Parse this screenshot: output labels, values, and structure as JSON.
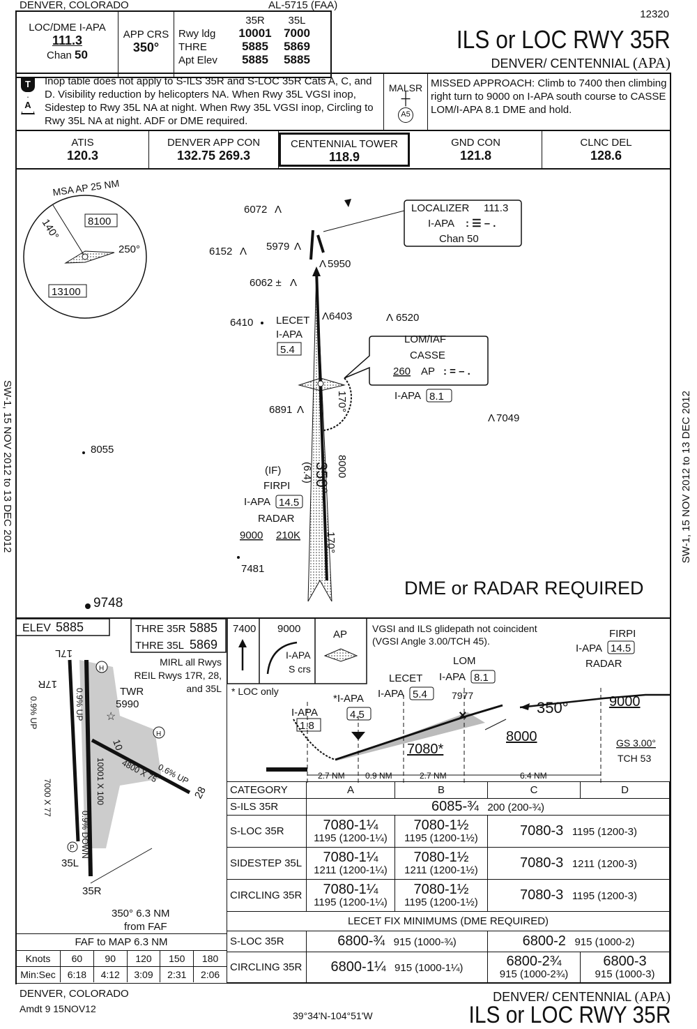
{
  "header": {
    "location": "DENVER, COLORADO",
    "chart_id": "AL-5715 (FAA)",
    "serial": "12320",
    "title": "ILS or LOC RWY 35R",
    "airport": "DENVER/ CENTENNIAL",
    "airport_id": "(APA)"
  },
  "briefing": {
    "loc_label": "LOC/DME  I-APA",
    "loc_freq": "111.3",
    "chan_label": "Chan",
    "chan": "50",
    "app_crs_label": "APP CRS",
    "app_crs": "350°",
    "rwy_cols": [
      "35R",
      "35L"
    ],
    "rwy_rows": [
      {
        "label": "Rwy ldg",
        "v": [
          "10001",
          "7000"
        ]
      },
      {
        "label": "THRE",
        "v": [
          "5885",
          "5869"
        ]
      },
      {
        "label": "Apt Elev",
        "v": [
          "5885",
          "5885"
        ]
      }
    ]
  },
  "notes": {
    "text": "Inop table does not apply to S-ILS 35R and S-LOC 35R Cats A, C, and D. Visibility reduction by helicopters NA. When Rwy 35L VGSI inop, Sidestep to Rwy 35L NA at night. When Rwy 35L VGSI inop, Circling to Rwy 35L NA at night. ADF or DME required.",
    "icon_t": "T",
    "icon_a": "A",
    "malsr": "MALSR",
    "a5": "A5",
    "missed": "MISSED APPROACH:  Climb to 7400 then climbing right turn to 9000 on I-APA south course to CASSE LOM/I-APA 8.1 DME and hold."
  },
  "comms": [
    {
      "label": "ATIS",
      "freq": "120.3"
    },
    {
      "label": "DENVER APP CON",
      "freq": "132.75  269.3"
    },
    {
      "label": "CENTENNIAL TOWER",
      "freq": "118.9"
    },
    {
      "label": "GND CON",
      "freq": "121.8"
    },
    {
      "label": "CLNC DEL",
      "freq": "128.6"
    }
  ],
  "plan": {
    "msa": "MSA AP 25 NM",
    "msa_140": "140°",
    "msa_250": "250°",
    "msa_8100": "8100",
    "msa_13100": "13100",
    "obstacles": [
      "6072",
      "6152",
      "5979",
      "5950",
      "6062 ±",
      "6403",
      "6520",
      "6410",
      "6891",
      "7049",
      "8055",
      "7481",
      "9748"
    ],
    "loc_box": {
      "name": "LOCALIZER",
      "freq": "111.3",
      "ident": "I-APA",
      "morse": ": ☰ – .",
      "chan": "Chan 50"
    },
    "lecet": {
      "name": "LECET",
      "ident": "I-APA",
      "dme": "5.4"
    },
    "lom": {
      "type": "LOM/IAF",
      "name": "CASSE",
      "freq": "260",
      "id": "AP",
      "morse": ": = – .",
      "ident": "I-APA",
      "dme": "8.1"
    },
    "turn": "170°",
    "crs": "350°",
    "crs_dist": "(6.4)",
    "alt_8000": "8000",
    "inbound": "170°",
    "firpi": {
      "if": "(IF)",
      "name": "FIRPI",
      "ident": "I-APA",
      "dme": "14.5",
      "radar": "RADAR",
      "alt": "9000",
      "speed": "210K"
    },
    "required": "DME or RADAR REQUIRED"
  },
  "side": {
    "left": "SW-1, 15 NOV 2012 to 13 DEC 2012",
    "right": "SW-1, 15 NOV 2012 to 13 DEC 2012"
  },
  "airport": {
    "elev_label": "ELEV",
    "elev": "5885",
    "thre35r_label": "THRE 35R",
    "thre35r": "5885",
    "thre35l_label": "THRE 35L",
    "thre35l": "5869",
    "lights": "MIRL all Rwys",
    "reil": "REIL Rwys 17R, 28,",
    "reil2": "and 35L",
    "twr": "TWR",
    "twr_elev": "5990",
    "r17l": "17L",
    "r17r": "17R",
    "r35l": "35L",
    "r35r": "35R",
    "r10": "10",
    "r28": "28",
    "dim1": "7000 X 77",
    "dim2": "10001 X 100",
    "dim3": "4800 X 75",
    "grad1": "0.9% UP",
    "grad2": "0.9% UP",
    "grad3": "0.9% DOWN",
    "grad4": "0.6% UP",
    "faf": "350° 6.3 NM",
    "faf2": "from FAF",
    "h": "H",
    "p": "P"
  },
  "timing": {
    "title": "FAF to MAP 6.3 NM",
    "knots_label": "Knots",
    "knots": [
      "60",
      "90",
      "120",
      "150",
      "180"
    ],
    "time_label": "Min:Sec",
    "times": [
      "6:18",
      "4:12",
      "3:09",
      "2:31",
      "2:06"
    ]
  },
  "profile": {
    "ma1": "7400",
    "ma2": "9000",
    "ma_label": "I-APA",
    "ma_crs": "S crs",
    "ap": "AP",
    "loc_only": "* LOC only",
    "vgsi": "VGSI and ILS glidepath not coincident",
    "vgsi2": "(VGSI Angle 3.00/TCH 45).",
    "firpi": "FIRPI",
    "firpi_id": "I-APA",
    "firpi_dme": "14.5",
    "radar": "RADAR",
    "lom": "LOM",
    "lom_id": "I-APA",
    "lom_dme": "8.1",
    "lecet": "LECET",
    "lecet_id": "I-APA",
    "lecet_dme": "5.4",
    "star_id": "*I-APA",
    "star_dme": "4.5",
    "map_id": "I-APA",
    "map_dme": "1.8",
    "alt7977": "7977",
    "crs": "350°",
    "alt9000": "9000",
    "alt8000": "8000",
    "alt7080": "7080*",
    "gs": "GS 3.00°",
    "tch": "TCH 53",
    "dists": [
      "2.7 NM",
      "0.9 NM",
      "2.7 NM",
      "6.4 NM"
    ]
  },
  "minimums": {
    "headers": [
      "CATEGORY",
      "A",
      "B",
      "C",
      "D"
    ],
    "sils": {
      "label": "S-ILS 35R",
      "val": "6085-¾",
      "hat": "200 (200-¾)"
    },
    "rows": [
      {
        "label": "S-LOC 35R",
        "a": "7080-1¼",
        "a2": "1195 (1200-1¼)",
        "b": "7080-1½",
        "b2": "1195 (1200-1½)",
        "cd": "7080-3",
        "cd2": "1195 (1200-3)"
      },
      {
        "label": "SIDESTEP 35L",
        "a": "7080-1¼",
        "a2": "1211 (1200-1¼)",
        "b": "7080-1½",
        "b2": "1211 (1200-1½)",
        "cd": "7080-3",
        "cd2": "1211 (1200-3)"
      },
      {
        "label": "CIRCLING 35R",
        "a": "7080-1¼",
        "a2": "1195 (1200-1¼)",
        "b": "7080-1½",
        "b2": "1195 (1200-1½)",
        "cd": "7080-3",
        "cd2": "1195 (1200-3)"
      }
    ],
    "lecet_title": "LECET FIX MINIMUMS (DME REQUIRED)",
    "lecet_sloc": {
      "label": "S-LOC 35R",
      "ab": "6800-¾",
      "ab2": "915 (1000-¾)",
      "cd": "6800-2",
      "cd2": "915 (1000-2)"
    },
    "lecet_circ": {
      "label": "CIRCLING 35R",
      "ab": "6800-1¼",
      "ab2": "915 (1000-1¼)",
      "c": "6800-2¾",
      "c2": "915 (1000-2¾)",
      "d": "6800-3",
      "d2": "915 (1000-3)"
    }
  },
  "footer": {
    "location": "DENVER, COLORADO",
    "amdt": "Amdt 9  15NOV12",
    "coords": "39°34'N-104°51'W",
    "airport": "DENVER/ CENTENNIAL",
    "airport_id": "(APA)",
    "title": "ILS or LOC RWY 35R"
  }
}
